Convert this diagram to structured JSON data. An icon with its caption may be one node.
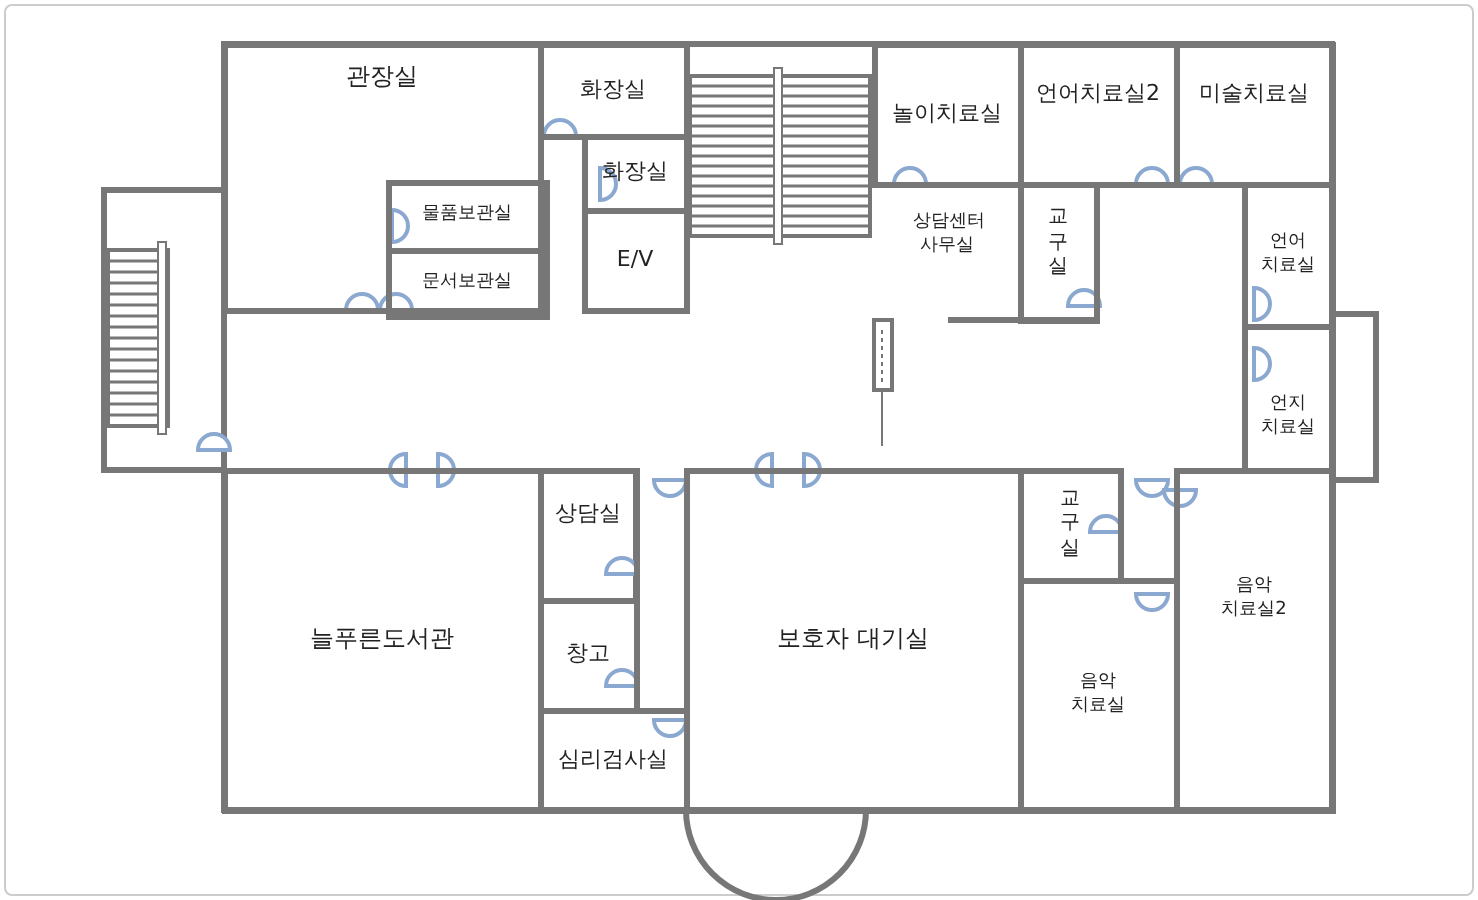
{
  "diagram": {
    "nodes": [
      {
        "text": [
          "관장실"
        ]
      },
      {
        "text": [
          "물품보관실"
        ],
        "in": 0
      },
      {
        "text": [
          "문서보관실"
        ],
        "in": 0
      },
      {
        "text": [
          "화장실"
        ]
      },
      {
        "text": [
          "화장실"
        ]
      },
      {
        "text": [
          "E/V"
        ]
      },
      {
        "text": [
          "놀이치료실"
        ]
      },
      {
        "text": [
          "언어치료실2"
        ]
      },
      {
        "text": [
          "미술치료실"
        ]
      },
      {
        "text": [
          "상담센터 사무실"
        ]
      },
      {
        "text": [
          "교구실"
        ]
      },
      {
        "text": [
          "언어 치료실"
        ]
      },
      {
        "text": [
          "언지 치료실"
        ]
      },
      {
        "text": [
          "늘푸른도서관"
        ]
      },
      {
        "text": [
          "상담실"
        ]
      },
      {
        "text": [
          "창고"
        ]
      },
      {
        "text": [
          "심리검사실"
        ]
      },
      {
        "text": [
          "보호자 대기실"
        ]
      },
      {
        "text": [
          "교구실"
        ]
      },
      {
        "text": [
          "음악 치료실"
        ]
      },
      {
        "text": [
          "음악 치료실2"
        ]
      }
    ]
  }
}
